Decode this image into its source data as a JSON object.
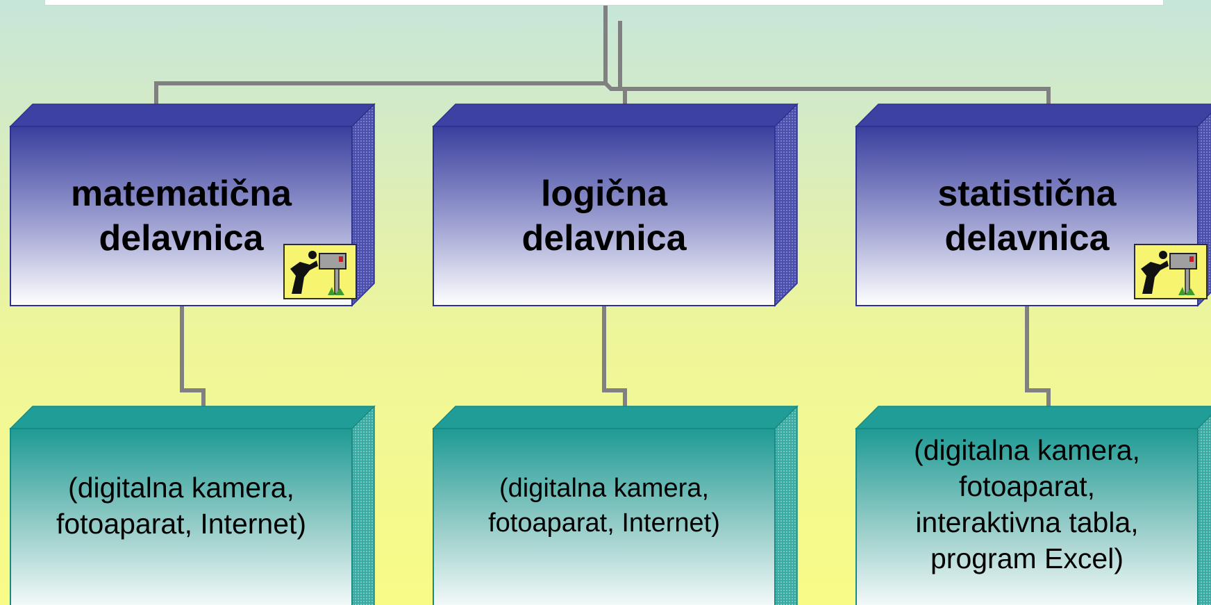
{
  "diagram": {
    "workshops": [
      {
        "title_line1": "matematična",
        "title_line2": "delavnica",
        "tools_lines": [
          "(digitalna kamera,",
          "fotoaparat, Internet)"
        ],
        "has_clipart": true
      },
      {
        "title_line1": "logična",
        "title_line2": "delavnica",
        "tools_lines": [
          "(digitalna kamera,",
          "fotoaparat, Internet)"
        ],
        "has_clipart": false
      },
      {
        "title_line1": "statistična",
        "title_line2": "delavnica",
        "tools_lines": [
          "(digitalna kamera,",
          "fotoaparat,",
          "interaktivna tabla,",
          "program Excel)"
        ],
        "has_clipart": true
      }
    ],
    "clipart_icon": "person-at-mailbox-icon"
  },
  "colors": {
    "title_box_top": "#3a3f9e",
    "title_box_bottom": "#ffffff",
    "title_box_side": "#5a5fb8",
    "tools_box_top": "#1e9a94",
    "tools_box_bottom": "#ffffff",
    "tools_box_side": "#4cb5ae",
    "connector": "#808080",
    "background_top": "#c6e6da",
    "background_bottom": "#f8fb86"
  }
}
